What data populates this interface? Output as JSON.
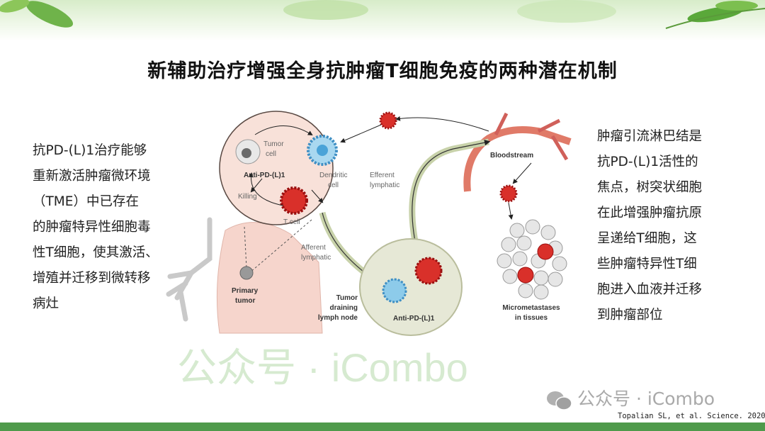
{
  "slide": {
    "title": "新辅助治疗增强全身抗肿瘤T细胞免疫的两种潜在机制",
    "left_text": [
      "抗PD-(L)1治疗能够",
      "重新激活肿瘤微环境",
      "（TME）中已存在",
      "的肿瘤特异性细胞毒",
      "性T细胞，使其激活、",
      "增殖并迁移到微转移",
      "病灶"
    ],
    "right_text": [
      "肿瘤引流淋巴结是",
      "抗PD-(L)1活性的",
      "焦点，树突状细胞",
      "在此增强肿瘤抗原",
      "呈递给T细胞，这",
      "些肿瘤特异性T细",
      "胞进入血液并迁移",
      "到肿瘤部位"
    ],
    "citation": "Topalian SL, et al. Science. 2020",
    "watermark": "公众号 · iCombo",
    "colors": {
      "accent_green": "#4f9a4b",
      "tcell_red": "#c0191b",
      "dendritic_blue": "#6ab6e0"
    }
  },
  "diagram": {
    "tumor_cell": [
      "Tumor",
      "cell"
    ],
    "dendritic_cell": [
      "Dendritic",
      "cell"
    ],
    "anti_pd_l1": "Anti-PD-(L)1",
    "killing": "Killing",
    "t_cell": "T cell",
    "primary_tumor": [
      "Primary",
      "tumor"
    ],
    "afferent": [
      "Afferent",
      "lymphatic"
    ],
    "efferent": [
      "Efferent",
      "lymphatic"
    ],
    "bloodstream": "Bloodstream",
    "lymph_node": [
      "Tumor",
      "draining",
      "lymph node"
    ],
    "micrometastases": [
      "Micrometastases",
      "in tissues"
    ]
  }
}
